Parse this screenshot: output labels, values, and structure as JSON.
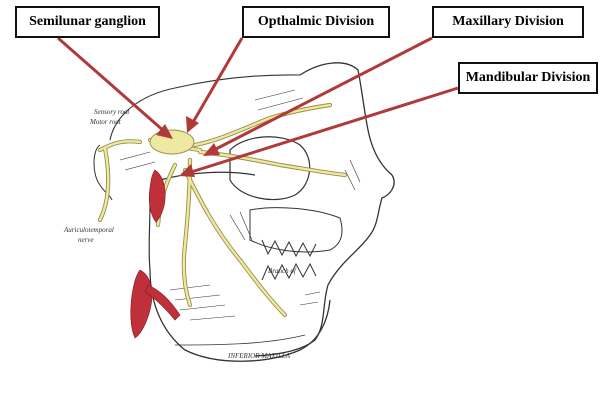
{
  "labels": {
    "semilunar": "Semilunar ganglion",
    "ophthalmic": "Opthalmic Division",
    "maxillary": "Maxillary Division",
    "mandibular": "Mandibular Division"
  },
  "small_text": {
    "sensory_root": "Sensory root",
    "motor_root": "Motor root",
    "auriculotemporal": "Auriculotemporal",
    "nerve": "nerve",
    "branch": "Branch of ",
    "maxilla": "INFERIOR MAXILLA"
  },
  "colors": {
    "arrow": "#b03a3a",
    "nerve": "#eee9a2",
    "nerve_outline": "#9a8f48",
    "artery": "#c0303a",
    "ink": "#333333",
    "background": "#ffffff"
  }
}
